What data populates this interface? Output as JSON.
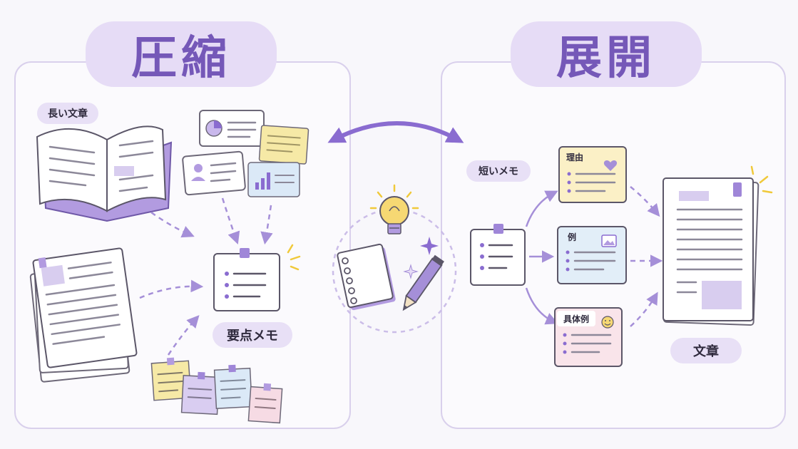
{
  "compress": {
    "title": "圧縮",
    "source_label": "長い文章",
    "result_label": "要点メモ"
  },
  "expand": {
    "title": "展開",
    "source_label": "短いメモ",
    "cards": [
      {
        "label": "理由",
        "color": "#fbf0c6"
      },
      {
        "label": "例",
        "color": "#e2eef8"
      },
      {
        "label": "具体例",
        "color": "#f9e4ea"
      }
    ],
    "result_label": "文章"
  },
  "colors": {
    "accent": "#8a6cd0",
    "accent_light": "#e6dcf6",
    "yellow": "#f6e9a6",
    "blue": "#dbe9f7",
    "purple": "#d9cdf1",
    "pink": "#f6dbe4"
  }
}
